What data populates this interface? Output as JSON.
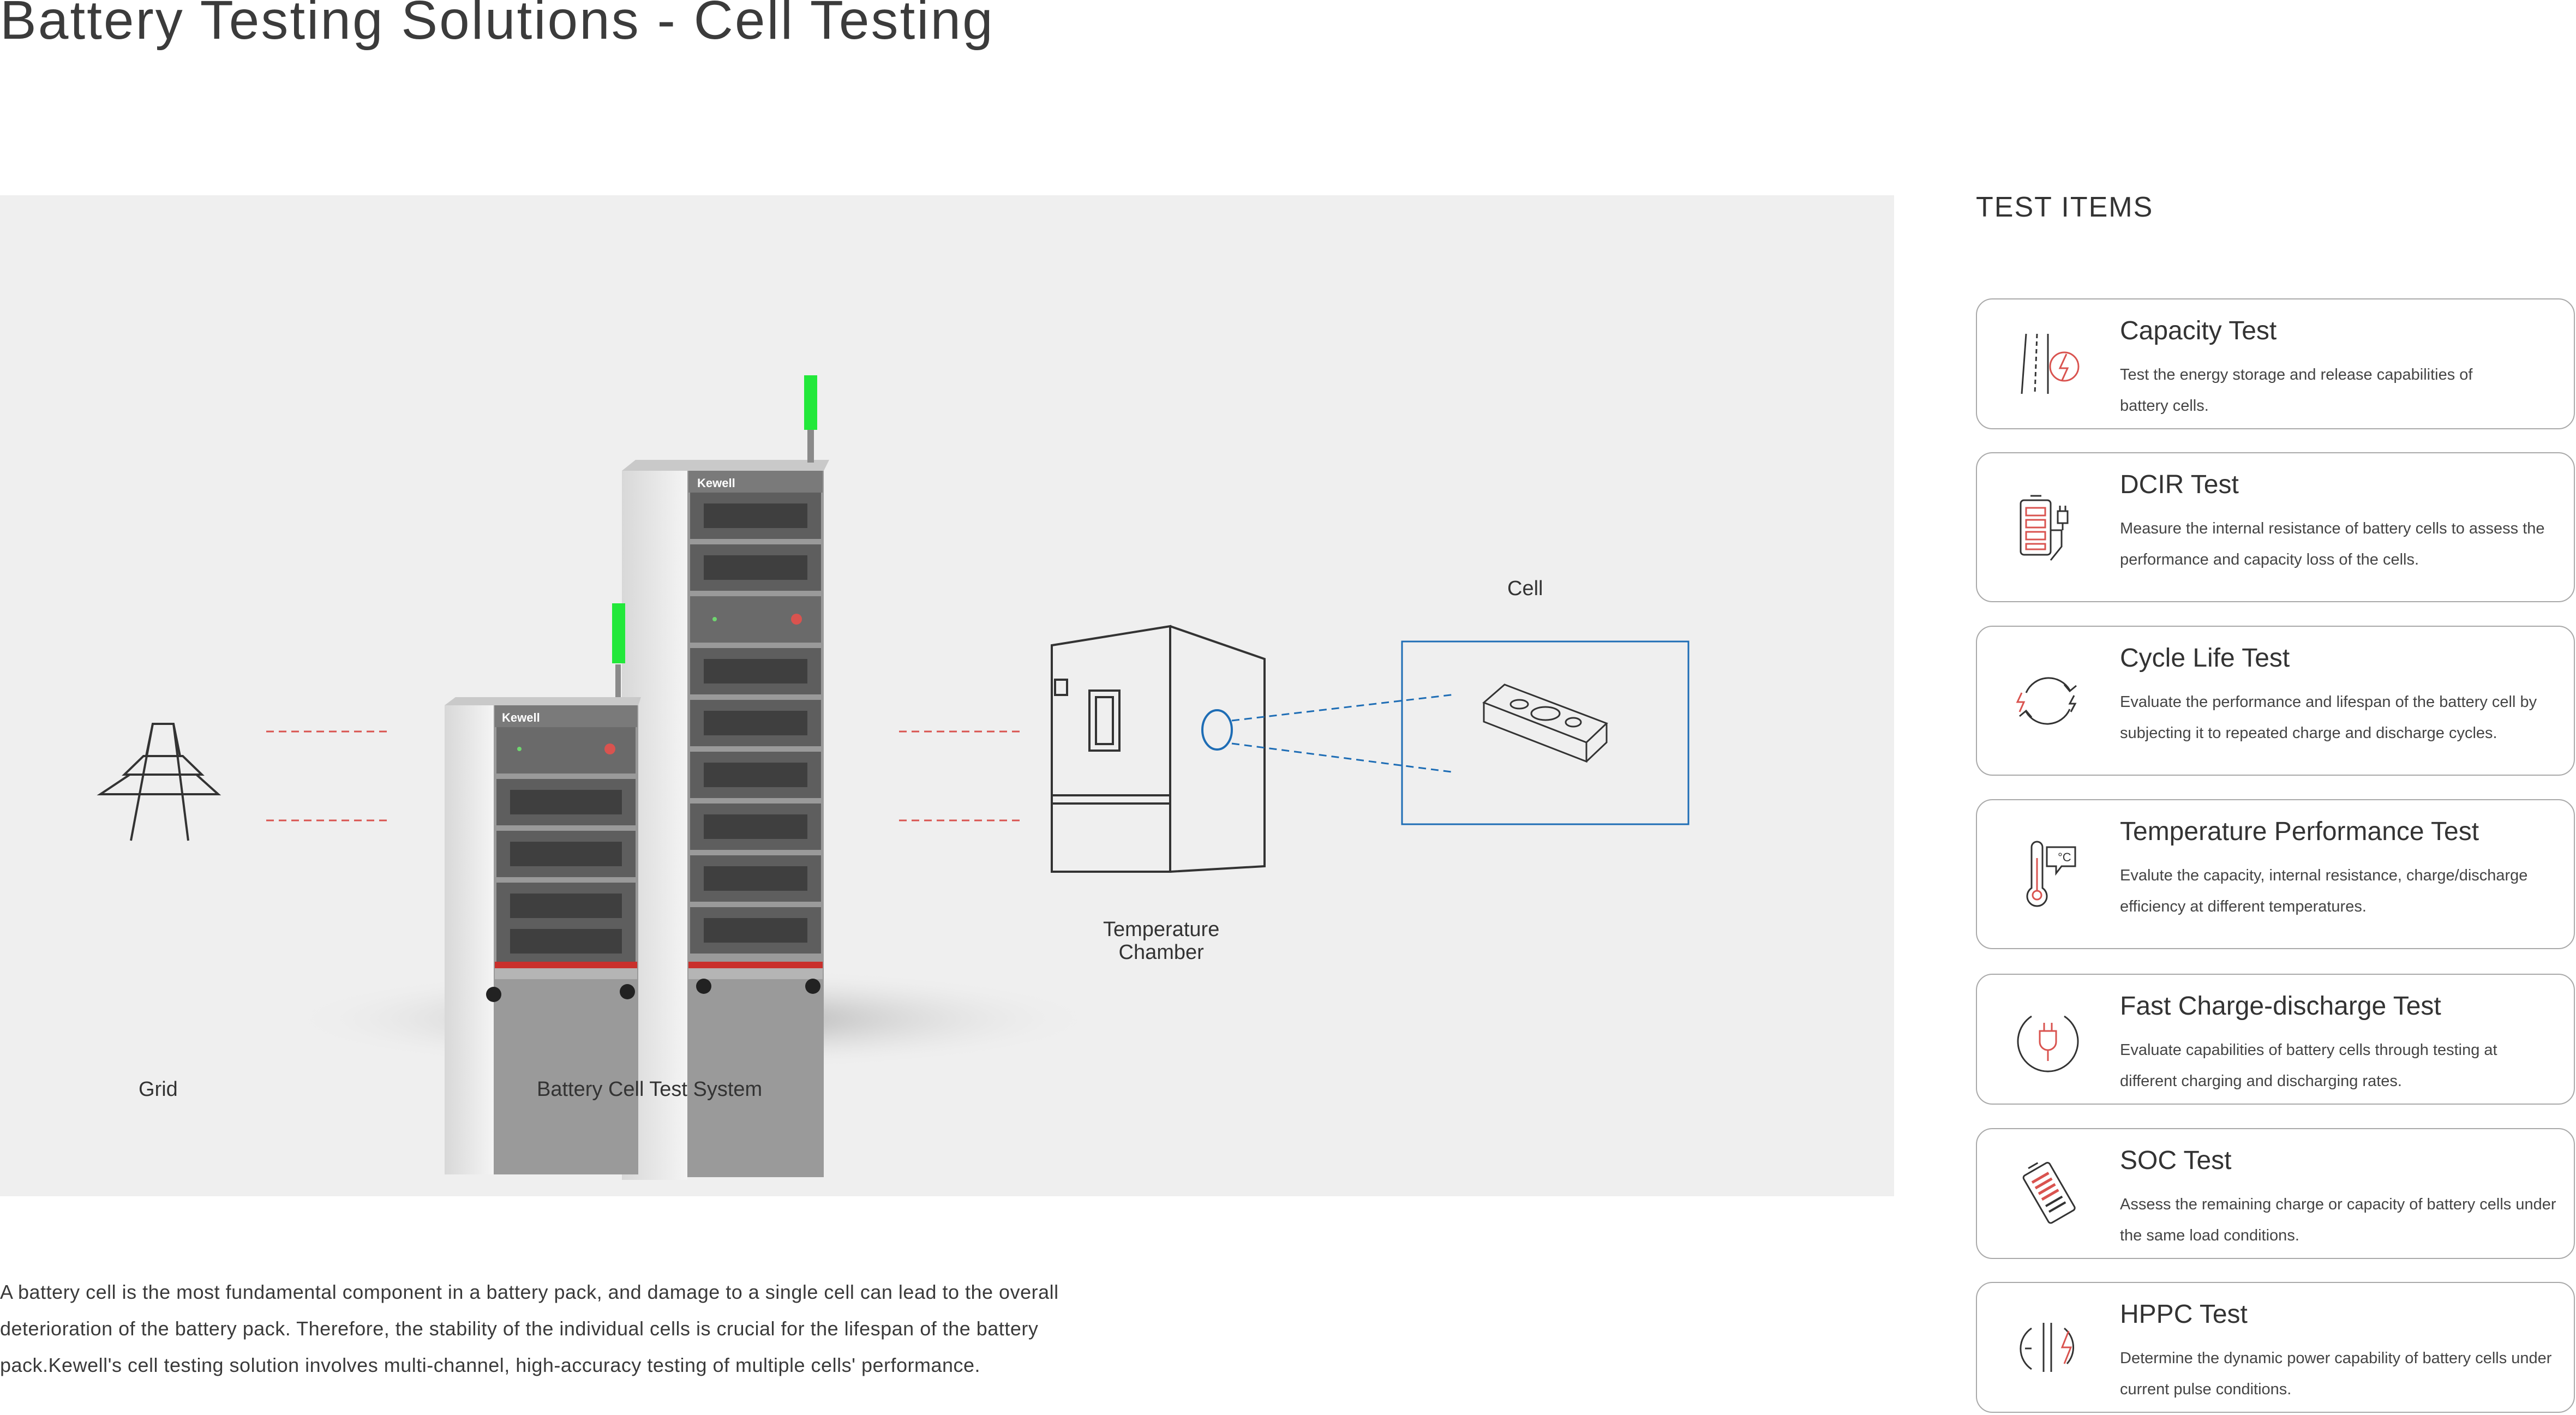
{
  "page": {
    "title": "Battery Testing Solutions - Cell Testing"
  },
  "diagram": {
    "labels": {
      "grid": "Grid",
      "test_system": "Battery Cell Test System",
      "chamber_line1": "Temperature",
      "chamber_line2": "Chamber",
      "cell": "Cell"
    },
    "brand_mark": "Kewell",
    "colors": {
      "background": "#efefef",
      "link_dash": "#d9534f",
      "callout": "#1e6db5",
      "indicator": "#22e83a"
    }
  },
  "description": "A battery cell is the most fundamental component in a battery pack, and damage to a single cell  can lead to the overall deterioration of the battery pack. Therefore, the stability of the individual cells is crucial for the lifespan of the battery pack.Kewell's cell testing solution involves multi-channel, high-accuracy testing of multiple cells' performance.",
  "test_items": {
    "heading": "TEST ITEMS",
    "items": [
      {
        "title": "Capacity Test",
        "description": "Test the energy storage and release capabilities of battery cells.",
        "icon": "capacity-icon"
      },
      {
        "title": "DCIR Test",
        "description": "Measure the internal resistance of battery cells to  assess the performance and capacity loss of the cells.",
        "icon": "battery-plug-icon"
      },
      {
        "title": "Cycle Life Test",
        "description": "Evaluate the performance and lifespan of the battery cell by subjecting it to repeated charge and discharge  cycles.",
        "icon": "cycle-icon"
      },
      {
        "title": "Temperature Performance Test",
        "description": "Evalute the capacity, internal resistance, charge/discharge efficiency at different temperatures.",
        "icon": "thermometer-icon"
      },
      {
        "title": "Fast Charge-discharge Test",
        "description": "Evaluate capabilities of battery cells through testing at different charging and discharging rates.",
        "icon": "plug-icon"
      },
      {
        "title": "SOC Test",
        "description": "Assess the remaining charge or capacity of battery cells under the same load conditions.",
        "icon": "battery-level-icon"
      },
      {
        "title": "HPPC Test",
        "description": "Determine the dynamic power capability of battery cells under current pulse conditions.",
        "icon": "pulse-icon"
      }
    ]
  }
}
